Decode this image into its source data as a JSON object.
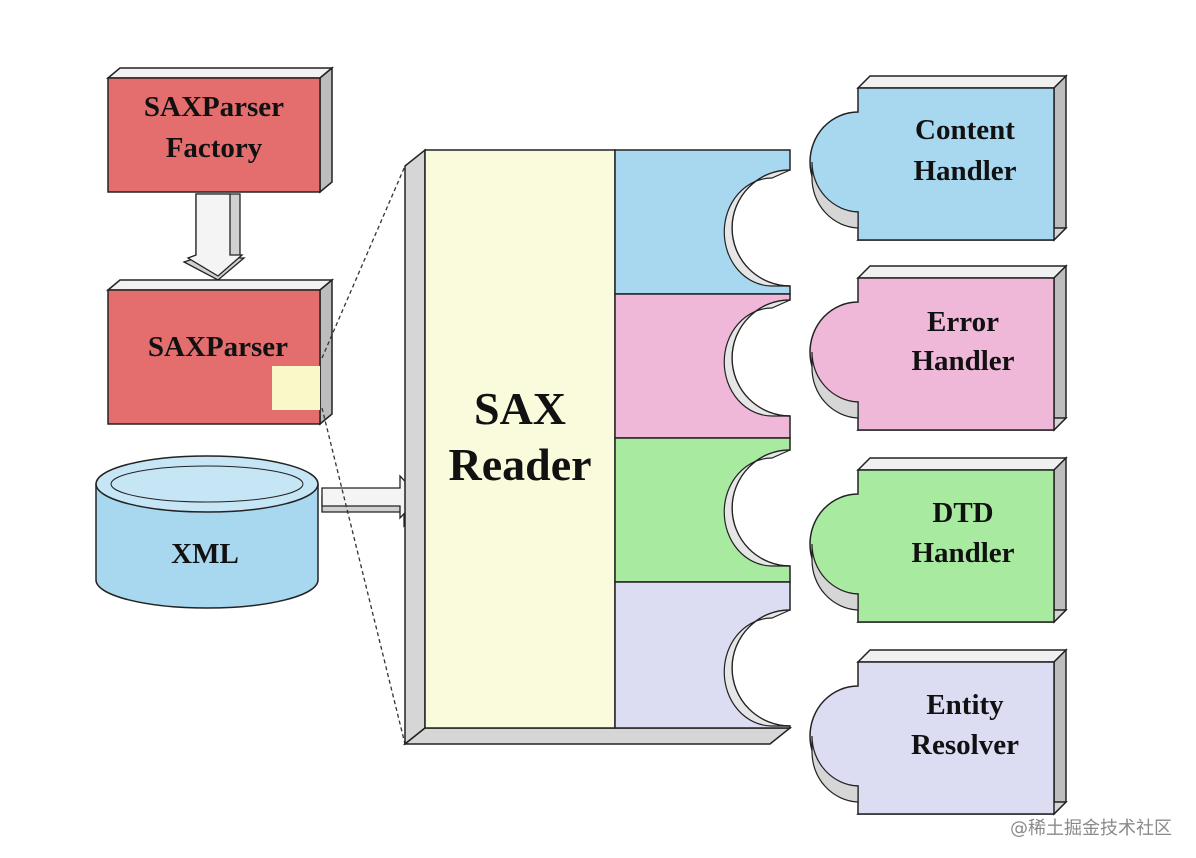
{
  "boxes": {
    "factory": [
      "SAXParser",
      "Factory"
    ],
    "parser": "SAXParser",
    "xml": "XML",
    "reader": [
      "SAX",
      "Reader"
    ]
  },
  "handlers": [
    {
      "lines": [
        "Content",
        "Handler"
      ],
      "color": "#a8d8f0"
    },
    {
      "lines": [
        "Error",
        "Handler"
      ],
      "color": "#f0b8d8"
    },
    {
      "lines": [
        "DTD",
        "Handler"
      ],
      "color": "#a8eba0"
    },
    {
      "lines": [
        "Entity",
        "Resolver"
      ],
      "color": "#dcdcf2"
    }
  ],
  "colors": {
    "parser_red": "#e46e6e",
    "xml_blue": "#a8d8f0",
    "reader_cream": "#fafadc",
    "accent_yellow": "#f8f8c8"
  },
  "watermark": "@稀土掘金技术社区"
}
